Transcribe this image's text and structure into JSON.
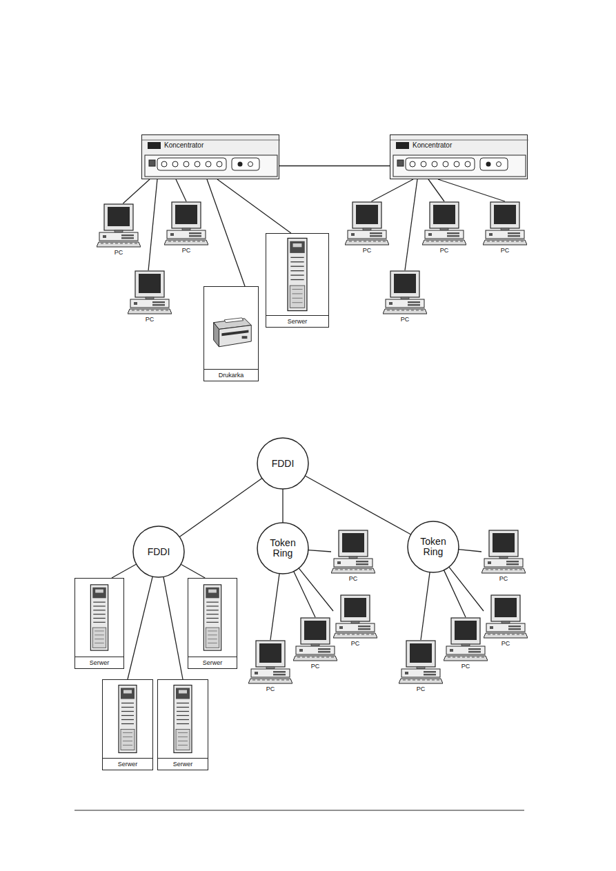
{
  "diagram": {
    "nodes": [
      {
        "text": [
          "Koncentrator"
        ]
      },
      {
        "text": [
          "Koncentrator"
        ]
      },
      {
        "text": [
          "PC"
        ]
      },
      {
        "text": [
          "PC"
        ]
      },
      {
        "text": [
          "PC"
        ]
      },
      {
        "text": [
          "PC"
        ]
      },
      {
        "text": [
          "PC"
        ]
      },
      {
        "text": [
          "Serwer"
        ]
      },
      {
        "text": [
          "PC"
        ]
      },
      {
        "text": [
          "PC"
        ]
      },
      {
        "text": [
          "Drukarka"
        ]
      },
      {
        "text": [
          "FDDI"
        ]
      },
      {
        "text": [
          "FDDI"
        ]
      },
      {
        "text": [
          "Token Ring"
        ]
      },
      {
        "text": [
          "Token Ring"
        ]
      },
      {
        "text": [
          "PC"
        ]
      },
      {
        "text": [
          "PC"
        ]
      },
      {
        "text": [
          "PC"
        ]
      },
      {
        "text": [
          "PC"
        ]
      },
      {
        "text": [
          "Serwer"
        ]
      },
      {
        "text": [
          "Serwer"
        ]
      },
      {
        "text": [
          "PC"
        ]
      },
      {
        "text": [
          "PC"
        ]
      },
      {
        "text": [
          "PC"
        ]
      },
      {
        "text": [
          "PC"
        ]
      },
      {
        "text": [
          "Serwer"
        ]
      },
      {
        "text": [
          "Serwer"
        ]
      }
    ],
    "edges": [
      {
        "from": 0,
        "to": 1,
        "arrow": "none"
      },
      {
        "from": 0,
        "to": 2,
        "arrow": "none"
      },
      {
        "from": 0,
        "to": 3,
        "arrow": "none"
      },
      {
        "from": 0,
        "to": 8,
        "arrow": "none"
      },
      {
        "from": 0,
        "to": 10,
        "arrow": "none"
      },
      {
        "from": 0,
        "to": 7,
        "arrow": "none"
      },
      {
        "from": 1,
        "to": 4,
        "arrow": "none"
      },
      {
        "from": 1,
        "to": 5,
        "arrow": "none"
      },
      {
        "from": 1,
        "to": 6,
        "arrow": "none"
      },
      {
        "from": 1,
        "to": 9,
        "arrow": "none"
      },
      {
        "from": 11,
        "to": 12,
        "arrow": "none"
      },
      {
        "from": 11,
        "to": 13,
        "arrow": "none"
      },
      {
        "from": 11,
        "to": 14,
        "arrow": "none"
      },
      {
        "from": 12,
        "to": 19,
        "arrow": "none"
      },
      {
        "from": 12,
        "to": 20,
        "arrow": "none"
      },
      {
        "from": 12,
        "to": 25,
        "arrow": "none"
      },
      {
        "from": 12,
        "to": 26,
        "arrow": "none"
      },
      {
        "from": 13,
        "to": 15,
        "arrow": "none"
      },
      {
        "from": 13,
        "to": 17,
        "arrow": "none"
      },
      {
        "from": 13,
        "to": 21,
        "arrow": "none"
      },
      {
        "from": 13,
        "to": 23,
        "arrow": "none"
      },
      {
        "from": 14,
        "to": 16,
        "arrow": "none"
      },
      {
        "from": 14,
        "to": 18,
        "arrow": "none"
      },
      {
        "from": 14,
        "to": 22,
        "arrow": "none"
      },
      {
        "from": 14,
        "to": 24,
        "arrow": "none"
      }
    ]
  }
}
